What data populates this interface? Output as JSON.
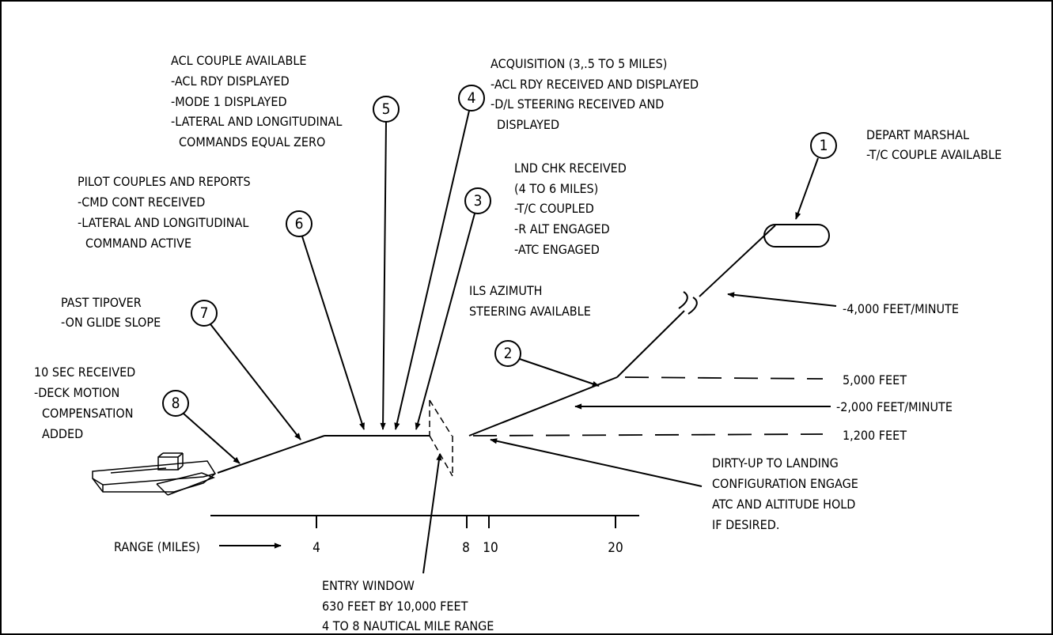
{
  "callouts": {
    "c1": {
      "number": "1",
      "lines": [
        "DEPART MARSHAL",
        "-T/C COUPLE AVAILABLE"
      ]
    },
    "c2": {
      "number": "2",
      "lines": [
        "ILS AZIMUTH",
        "STEERING AVAILABLE"
      ]
    },
    "c3": {
      "number": "3",
      "lines": [
        "LND CHK RECEIVED",
        "(4 TO 6 MILES)",
        "-T/C COUPLED",
        "-R ALT ENGAGED",
        "-ATC ENGAGED"
      ]
    },
    "c4": {
      "number": "4",
      "lines": [
        "ACQUISITION (3,.5 TO 5 MILES)",
        "-ACL RDY RECEIVED AND DISPLAYED",
        "-D/L STEERING RECEIVED AND",
        " DISPLAYED"
      ]
    },
    "c5": {
      "number": "5",
      "lines": [
        "ACL COUPLE AVAILABLE",
        "-ACL RDY DISPLAYED",
        "-MODE 1 DISPLAYED",
        "-LATERAL AND LONGITUDINAL",
        " COMMANDS EQUAL ZERO"
      ]
    },
    "c6": {
      "number": "6",
      "lines": [
        "PILOT COUPLES AND REPORTS",
        "-CMD CONT RECEIVED",
        "-LATERAL AND LONGITUDINAL",
        " COMMAND ACTIVE"
      ]
    },
    "c7": {
      "number": "7",
      "lines": [
        "PAST TIPOVER",
        "-ON GLIDE SLOPE"
      ]
    },
    "c8": {
      "number": "8",
      "lines": [
        "10 SEC RECEIVED",
        "-DECK MOTION",
        " COMPENSATION",
        " ADDED"
      ]
    }
  },
  "rates": {
    "descent_high": "-4,000 FEET/MINUTE",
    "descent_low": "-2,000 FEET/MINUTE"
  },
  "altitudes": {
    "high": "5,000 FEET",
    "low": "1,200 FEET"
  },
  "dirty_up": [
    "DIRTY-UP TO LANDING",
    "CONFIGURATION ENGAGE",
    "ATC AND ALTITUDE HOLD",
    "IF DESIRED."
  ],
  "entry_window": [
    "ENTRY WINDOW",
    "630 FEET BY 10,000 FEET",
    "4 TO 8 NAUTICAL MILE RANGE"
  ],
  "range_axis": {
    "label": "RANGE (MILES)",
    "ticks": [
      "4",
      "8",
      "10",
      "20"
    ]
  }
}
